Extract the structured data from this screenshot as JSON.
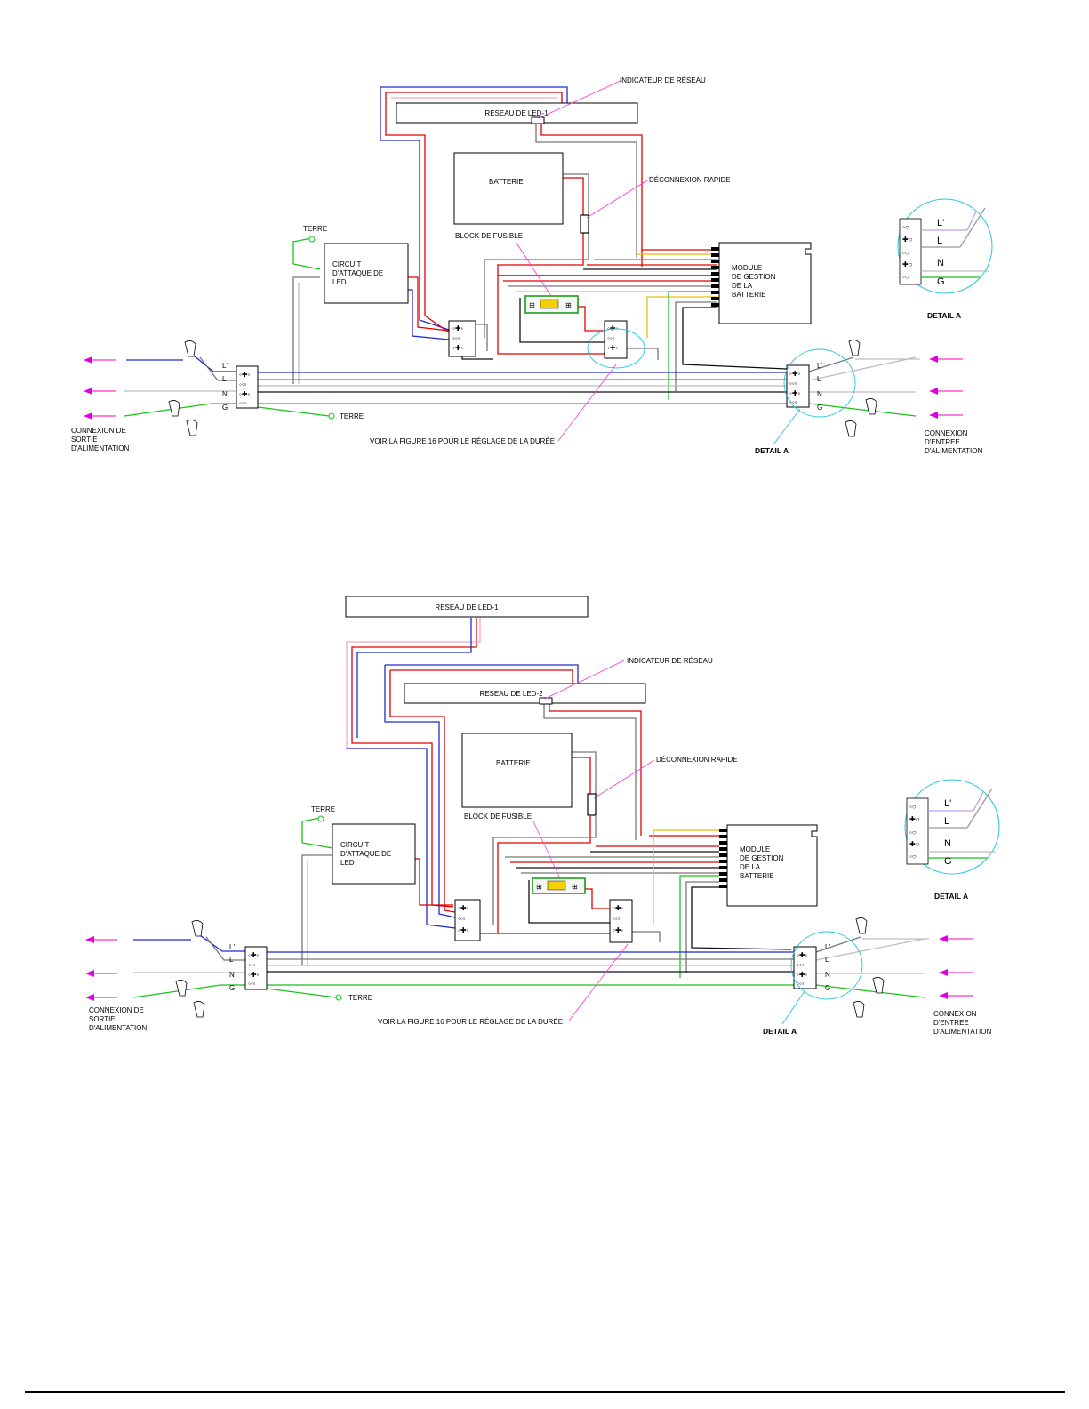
{
  "figures": [
    {
      "led_arrays": [
        "RESEAU DE LED-1"
      ],
      "network_indicator": "INDICATEUR DE RÉSEAU",
      "battery": "BATTERIE",
      "quick_disconnect": "DÉCONNEXION RAPIDE",
      "fuse_block": "BLOCK DE FUSIBLE",
      "ground_top": "TERRE",
      "ground_bottom": "TERRE",
      "driver": [
        "CIRCUIT",
        "D'ATTAQUE DE",
        "LED"
      ],
      "bms": [
        "MODULE",
        "DE GESTION",
        "DE LA",
        "BATTERIE"
      ],
      "terminal_labels": [
        "L'",
        "L",
        "N",
        "G"
      ],
      "output_connection": [
        "CONNEXION DE",
        "SORTIE",
        "D'ALIMENTATION"
      ],
      "input_connection": [
        "CONNEXION",
        "D'ENTREE",
        "D'ALIMENTATION"
      ],
      "duration_note": "VOIR LA FIGURE 16 POUR LE RÉGLAGE DE LA DURÉE",
      "detail_label": "DETAIL A",
      "detail_inset_label": "DETAIL A"
    },
    {
      "led_arrays": [
        "RESEAU DE LED-1",
        "RESEAU DE LED-2"
      ],
      "network_indicator": "INDICATEUR DE RÉSEAU",
      "battery": "BATTERIE",
      "quick_disconnect": "DÉCONNEXION RAPIDE",
      "fuse_block": "BLOCK DE FUSIBLE",
      "ground_top": "TERRE",
      "ground_bottom": "TERRE",
      "driver": [
        "CIRCUIT",
        "D'ATTAQUE DE",
        "LED"
      ],
      "bms": [
        "MODULE",
        "DE GESTION",
        "DE LA",
        "BATTERIE"
      ],
      "terminal_labels": [
        "L'",
        "L",
        "N",
        "G"
      ],
      "output_connection": [
        "CONNEXION DE",
        "SORTIE",
        "D'ALIMENTATION"
      ],
      "input_connection": [
        "CONNEXION",
        "D'ENTREE",
        "D'ALIMENTATION"
      ],
      "duration_note": "VOIR LA FIGURE 16 POUR LE RÉGLAGE DE LA DURÉE",
      "detail_label": "DETAIL A",
      "detail_inset_label": "DETAIL A"
    }
  ],
  "wire_colors": {
    "blue": "#1f2bd1",
    "red": "#e00000",
    "green": "#19c219",
    "gray": "#777777",
    "yellow": "#e6c200",
    "pointer": "#ff33cc"
  }
}
